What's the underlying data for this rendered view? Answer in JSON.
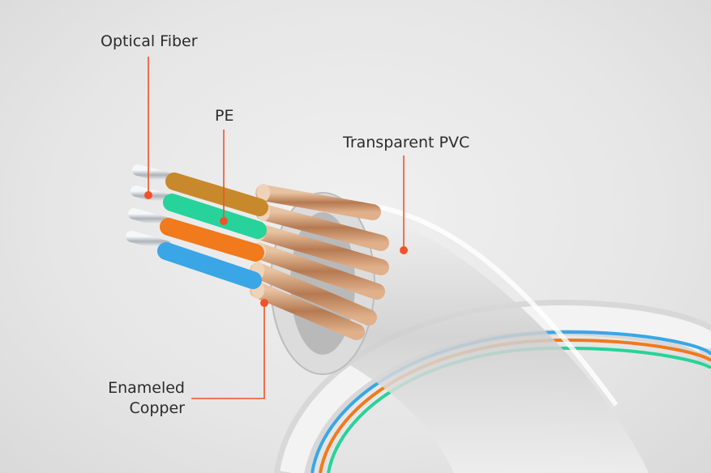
{
  "labels": {
    "optical_fiber": "Optical Fiber",
    "pe": "PE",
    "transparent_pvc": "Transparent PVC",
    "enameled_copper_line1": "Enameled",
    "enameled_copper_line2": "Copper"
  },
  "colors": {
    "leader": "#f0522a",
    "pe_orange_brown": "#c8892c",
    "pe_green": "#27d39a",
    "pe_orange": "#f07a1c",
    "pe_blue": "#3aa6e6",
    "copper": "#c89270",
    "fiber_silver": "#c9cdd2",
    "pvc": "#d6d6d6"
  }
}
